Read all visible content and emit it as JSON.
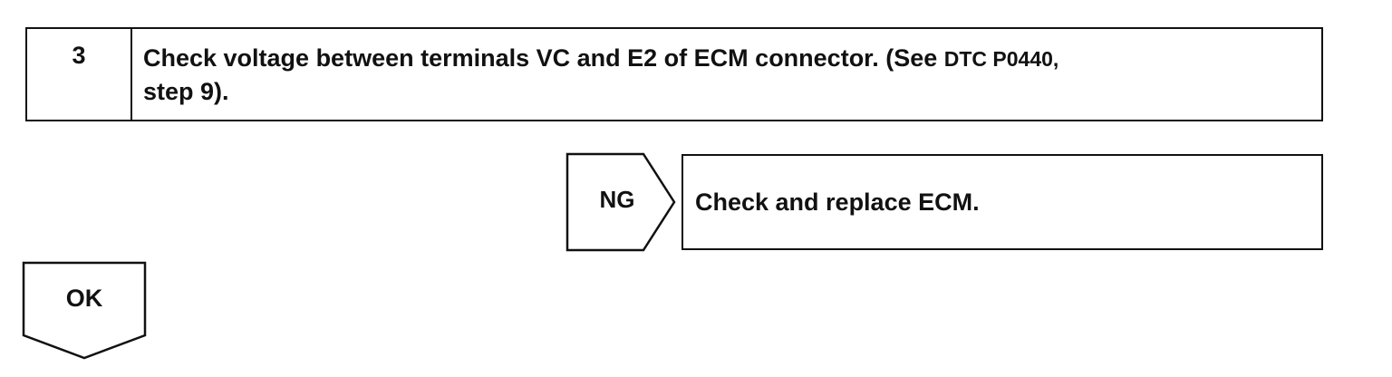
{
  "step": {
    "number": "3",
    "text": "Check voltage between terminals VC and E2 of ECM connector. (See",
    "reference": "DTC P0440,",
    "text_continued": "step 9)."
  },
  "ng_branch": {
    "label": "NG",
    "action": "Check and replace ECM."
  },
  "ok_branch": {
    "label": "OK"
  }
}
